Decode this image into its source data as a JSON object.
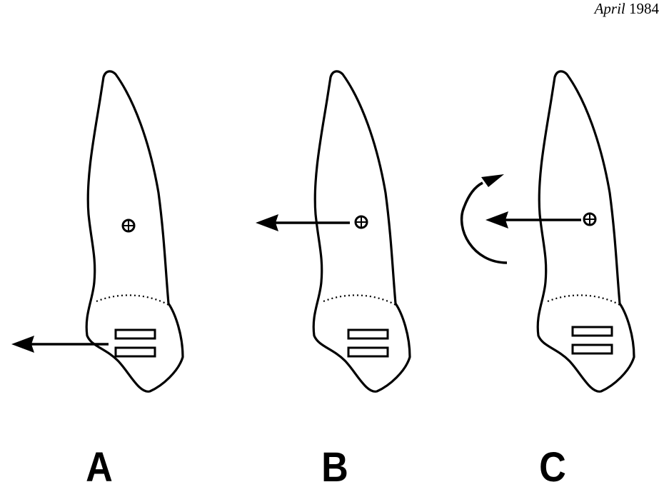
{
  "header": {
    "month": "April",
    "year": "1984"
  },
  "figure": {
    "description": "Three tooth diagrams showing force application relative to center of resistance",
    "stroke_color": "#000000",
    "background_color": "#ffffff",
    "panels": [
      {
        "label": "A",
        "force": "horizontal arrow applied at bracket level (crown)",
        "has_moment_arrow": false
      },
      {
        "label": "B",
        "force": "horizontal arrow applied at center of resistance",
        "has_moment_arrow": false
      },
      {
        "label": "C",
        "force": "horizontal arrow applied at center of resistance plus counter-moment",
        "has_moment_arrow": true
      }
    ]
  }
}
